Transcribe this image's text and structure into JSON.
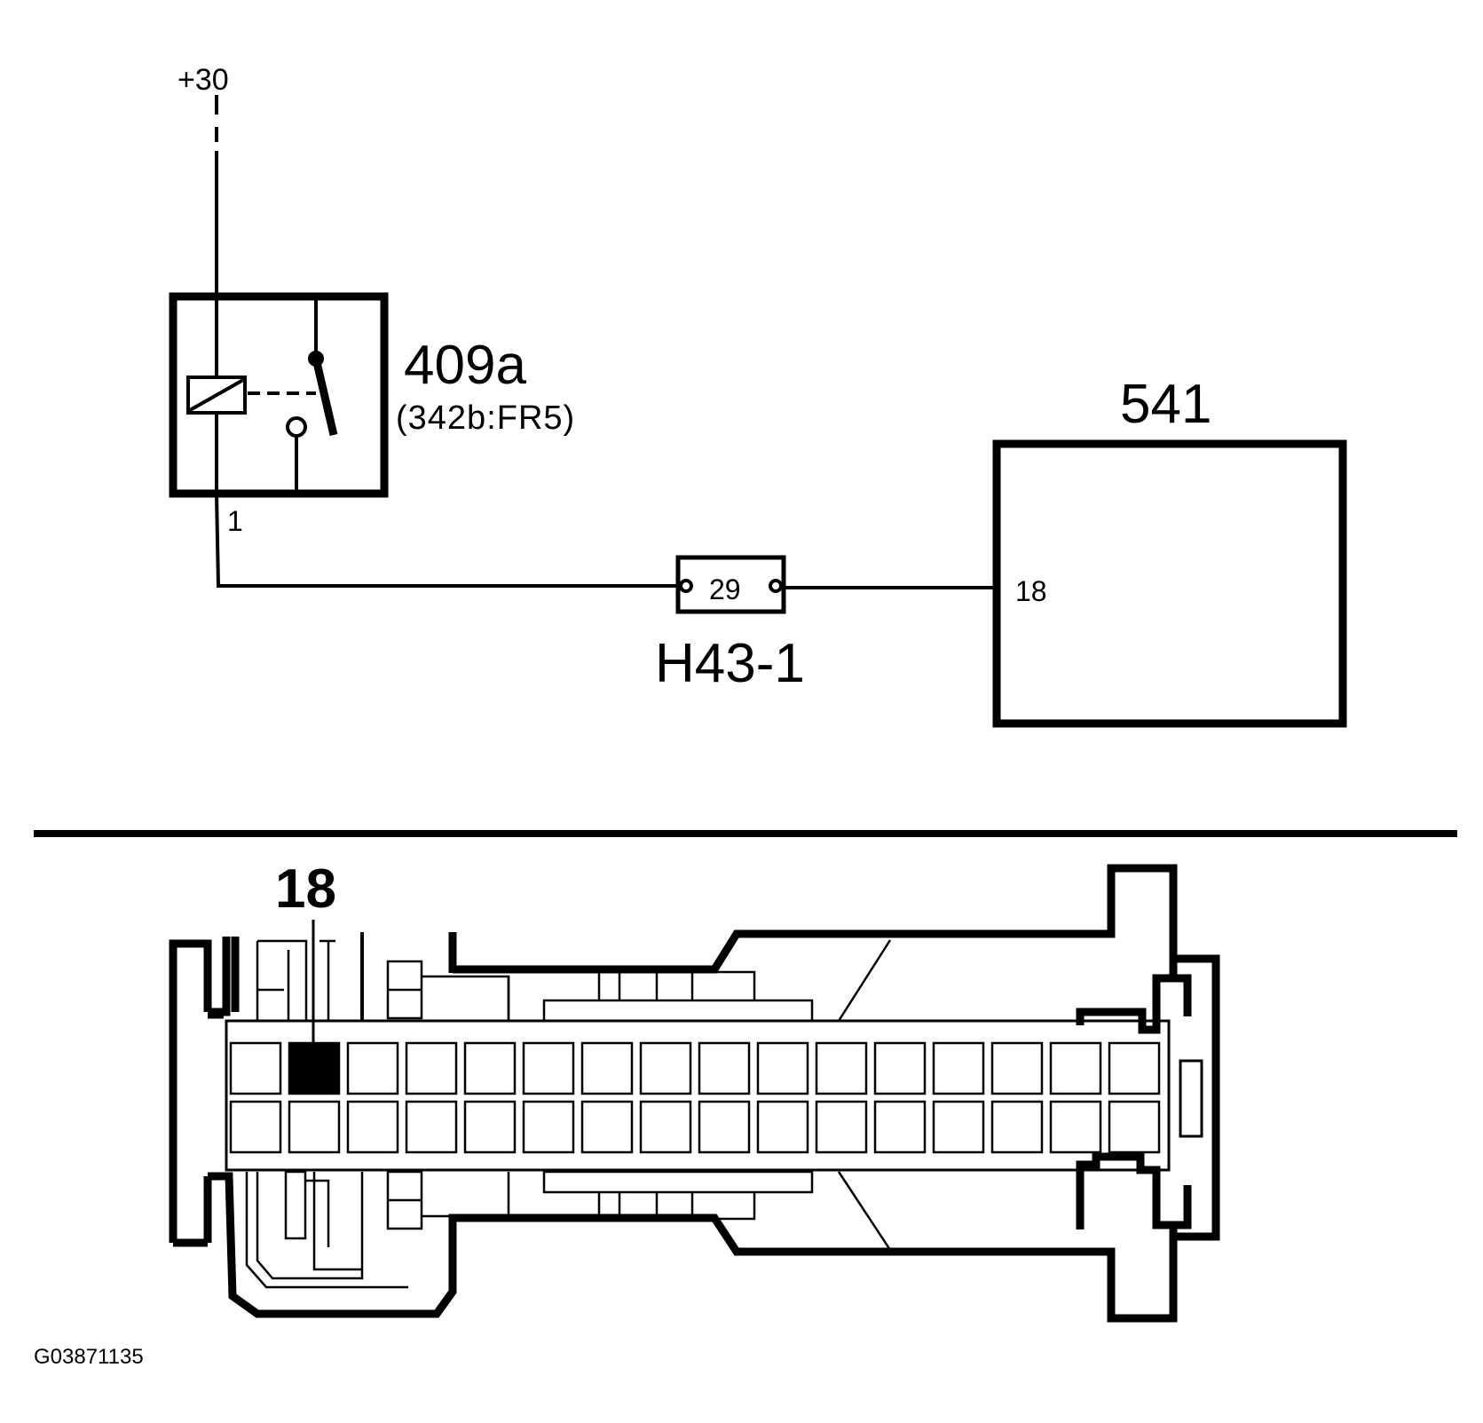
{
  "circuit": {
    "supply_label": "+30",
    "relay_id": "409a",
    "relay_ref": "(342b:FR5)",
    "relay_pin": "1",
    "connector_pin": "29",
    "connector_id": "H43-1",
    "module_id": "541",
    "module_pin": "18"
  },
  "connector_view": {
    "highlight_pin_label": "18",
    "rows": 2,
    "columns": 16,
    "highlighted_pin": {
      "row": 1,
      "column": 2
    }
  },
  "footer": {
    "figure_code": "G03871135"
  }
}
